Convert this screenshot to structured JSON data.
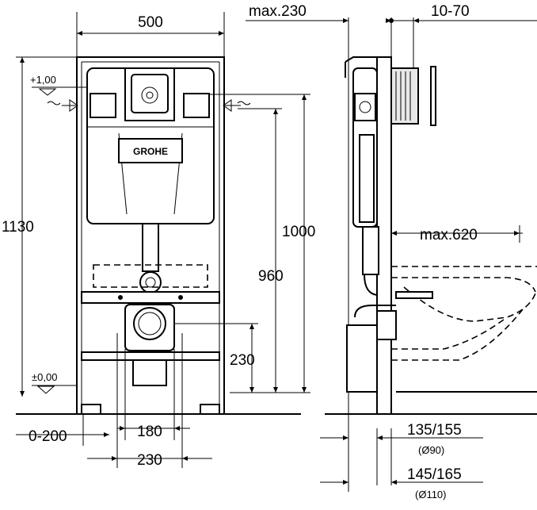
{
  "brand": {
    "logo_text": "GROHE"
  },
  "dimensions": {
    "width_500": "500",
    "max_230": "max.230",
    "adj_10_70": "10-70",
    "plus_level": "+1,00",
    "zero_level": "±0,00",
    "height_1130": "1130",
    "height_1000": "1000",
    "height_960": "960",
    "height_230": "230",
    "max_620": "max.620",
    "offset_0_200": "0-200",
    "spacing_180": "180",
    "spacing_230": "230",
    "pipe_135_155": "135/155",
    "dia_90": "(Ø90)",
    "pipe_145_165": "145/165",
    "dia_110": "(Ø110)"
  }
}
